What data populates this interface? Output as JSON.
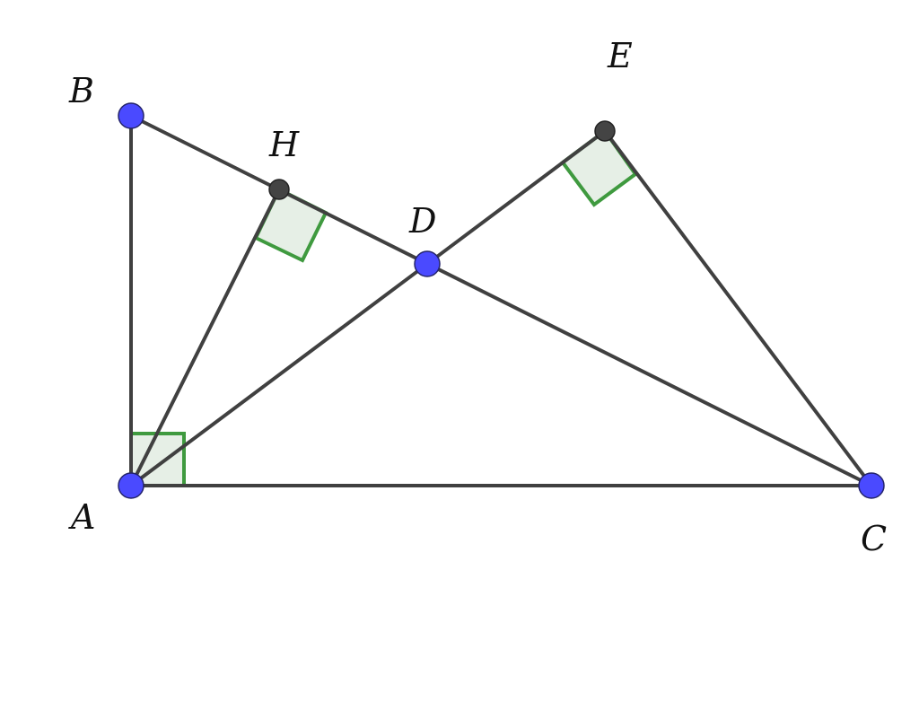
{
  "diagram": {
    "points": [
      {
        "id": "A",
        "label": "A",
        "type": "free"
      },
      {
        "id": "B",
        "label": "B",
        "type": "free"
      },
      {
        "id": "C",
        "label": "C",
        "type": "free"
      },
      {
        "id": "D",
        "label": "D",
        "type": "free"
      },
      {
        "id": "H",
        "label": "H",
        "type": "dependent"
      },
      {
        "id": "E",
        "label": "E",
        "type": "dependent"
      }
    ],
    "segments": [
      "AB",
      "AC",
      "BC",
      "AH",
      "AE",
      "CE"
    ],
    "right_angles": [
      "BAC",
      "AHB",
      "AEC"
    ],
    "colors": {
      "free_point": "#4a4aff",
      "dependent_point": "#444444",
      "segment": "#404040",
      "right_angle_stroke": "#3f9a3f",
      "right_angle_fill": "#e6efe6"
    }
  }
}
